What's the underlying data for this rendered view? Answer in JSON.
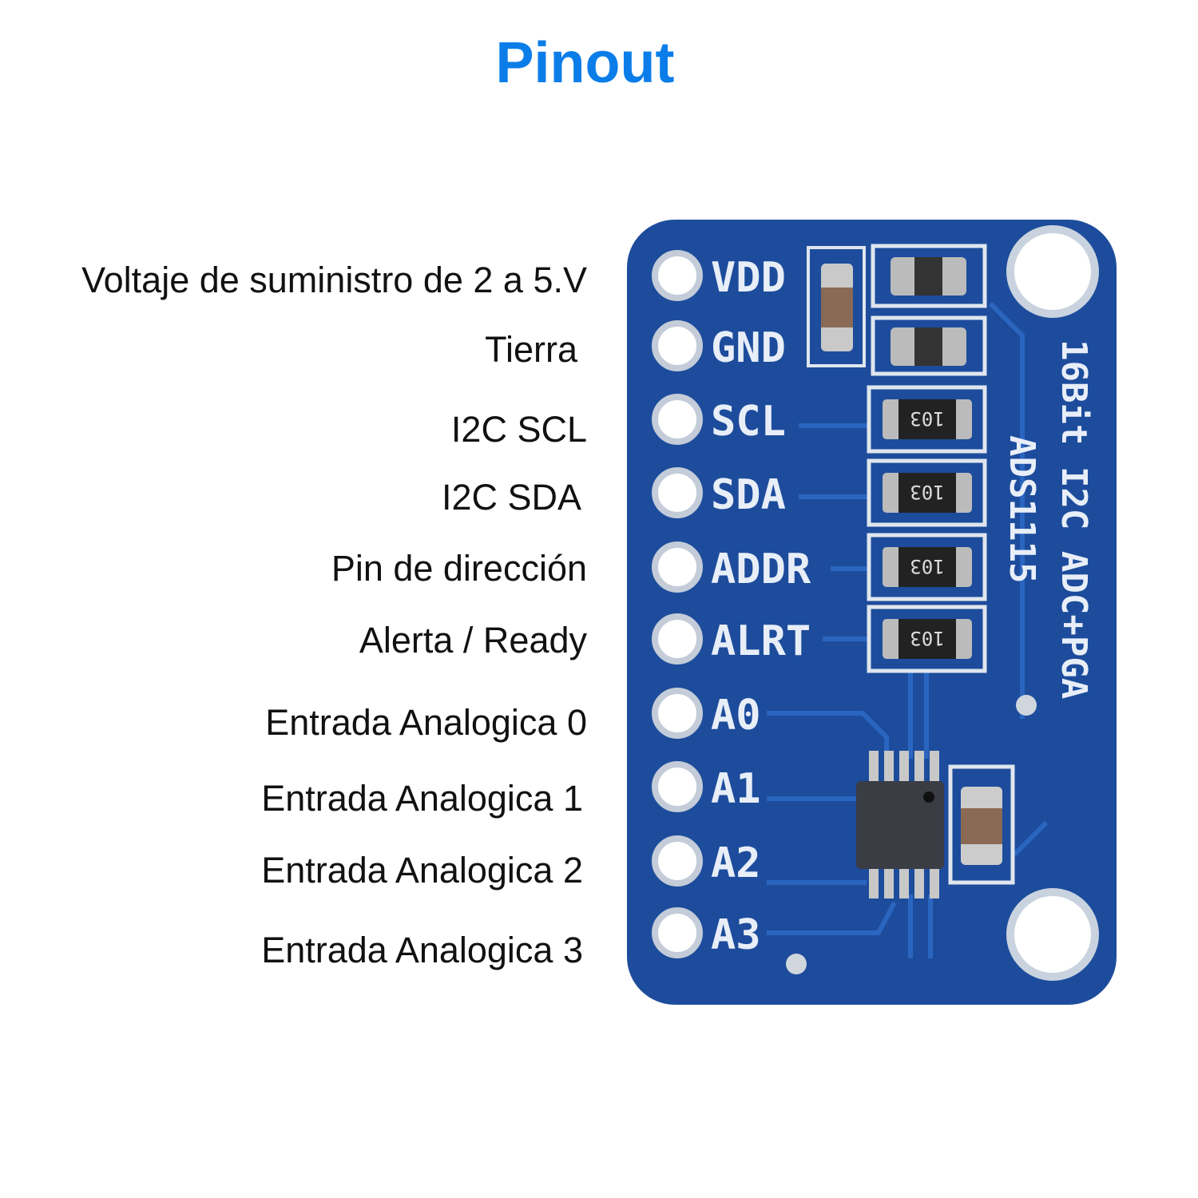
{
  "title": "Pinout",
  "labels": [
    "Voltaje de suministro de 2 a 5.V",
    "Tierra",
    "I2C SCL",
    "I2C SDA",
    "Pin de dirección",
    "Alerta / Ready",
    "Entrada Analogica 0",
    "Entrada Analogica 1",
    "Entrada Analogica 2",
    "Entrada Analogica 3"
  ],
  "board": {
    "pins": [
      "VDD",
      "GND",
      "SCL",
      "SDA",
      "ADDR",
      "ALRT",
      "A0",
      "A1",
      "A2",
      "A3"
    ],
    "resistor_code": "103",
    "title_silk": "16Bit I2C ADC+PGA",
    "chip_silk": "ADS1115",
    "colors": {
      "pcb": "#1d4c9c",
      "title": "#0b7de9"
    }
  }
}
